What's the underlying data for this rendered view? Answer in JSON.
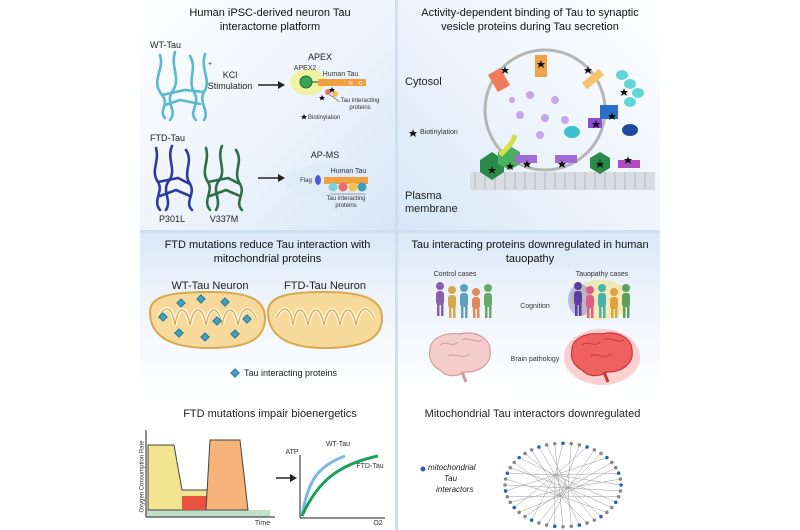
{
  "panels": {
    "top_left": {
      "title": "Human iPSC-derived neuron Tau interactome platform",
      "wt_label": "WT-Tau",
      "stim_plus": "+",
      "stim_line1": "KCl",
      "stim_line2": "Stimulation",
      "apex_title": "APEX",
      "apex2_label": "APEX2",
      "human_tau_1": "Human Tau",
      "n_label": "N",
      "c_label": "C",
      "tau_interacting_1": "Tau interacting proteins",
      "biotinylation": "Biotinylation",
      "ftd_label": "FTD-Tau",
      "apms_title": "AP-MS",
      "human_tau_2": "Human Tau",
      "flag_label": "Flag",
      "tau_interacting_2": "Tau interacting proteins",
      "p301l": "P301L",
      "v337m": "V337M"
    },
    "top_right": {
      "title": "Activity-dependent binding of Tau to synaptic vesicle proteins during Tau secretion",
      "cytosol": "Cytosol",
      "biotinylation": "Biotinylation",
      "plasma": "Plasma",
      "membrane": "membrane"
    },
    "mid_left": {
      "title": "FTD mutations reduce Tau interaction with mitochondrial proteins",
      "wt_neuron": "WT-Tau Neuron",
      "ftd_neuron": "FTD-Tau Neuron",
      "legend": "Tau interacting proteins"
    },
    "mid_right": {
      "title": "Tau interacting proteins downregulated in human tauopathy",
      "control": "Control cases",
      "tauopathy": "Tauopathy cases",
      "cognition": "Cognition",
      "brain": "Brain pathology"
    },
    "bottom_left": {
      "title": "FTD mutations impair bioenergetics",
      "ocr_label": "Oxygen Consumption Rate",
      "time_label": "Time",
      "atp_label": "ATP",
      "o2_label": "O2",
      "wt_curve": "WT-Tau",
      "ftd_curve": "FTD-Tau"
    },
    "bottom_right": {
      "title": "Mitochondrial Tau interactors downregulated",
      "legend_1": "mitochondrial",
      "legend_2": "Tau",
      "legend_3": "interactors"
    }
  },
  "colors": {
    "wt_neuron": "#5ab8cf",
    "ftd_p301l": "#2f3aa0",
    "ftd_v337m": "#2e6e4a",
    "tau_bar": "#f0a040",
    "mito_fill": "#f6d99b",
    "mito_stroke": "#d9a94e",
    "diamond": "#3fa0c0",
    "ocr_yellow": "#f3e58f",
    "ocr_red": "#e8533f",
    "ocr_orange": "#f7b37a",
    "wt_curve": "#7ab8e8",
    "ftd_curve": "#18a058",
    "network_dot": "#2b5fc1"
  }
}
